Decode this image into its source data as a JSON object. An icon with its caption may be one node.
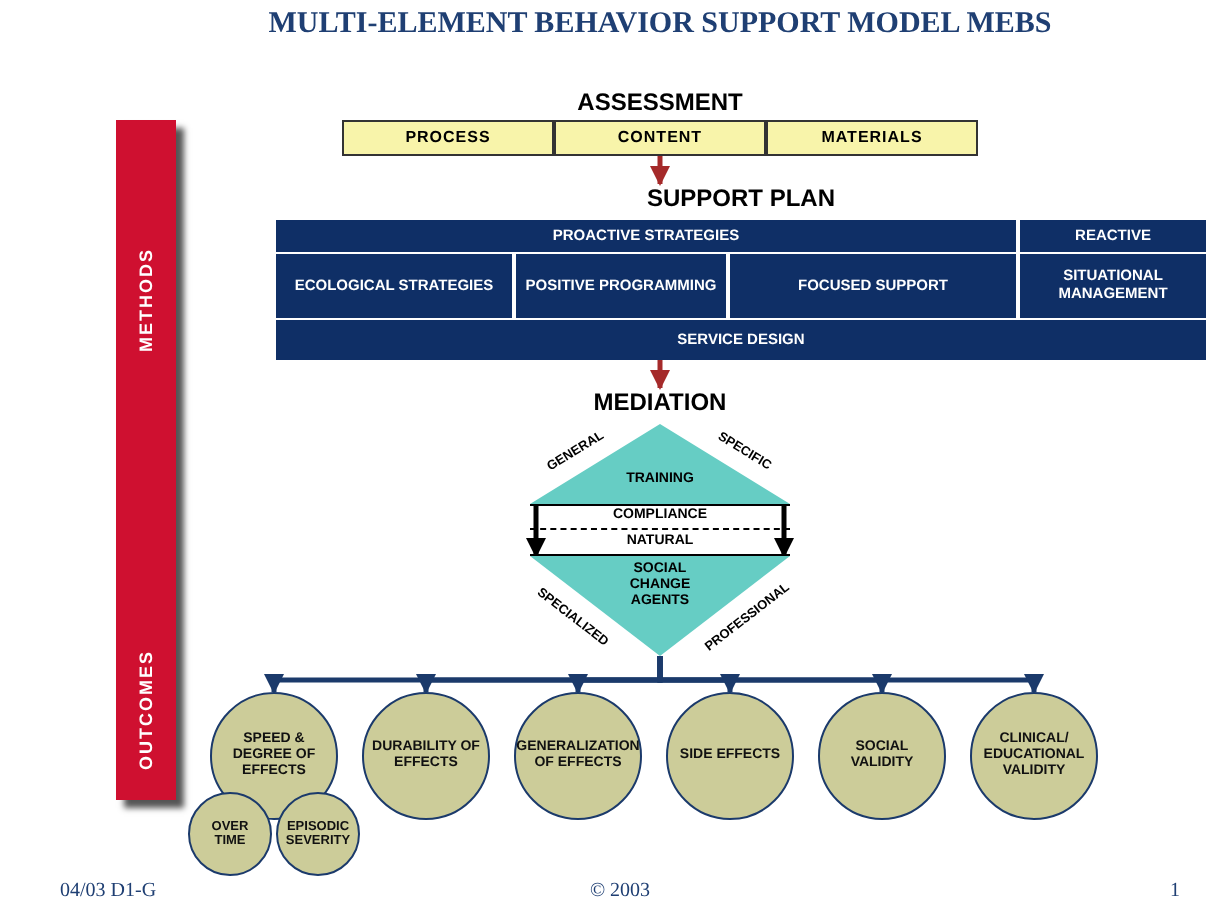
{
  "diagram": {
    "title": "MULTI-ELEMENT BEHAVIOR SUPPORT MODEL MEBS",
    "nodes": [
      {
        "text": [
          "ASSESSMENT"
        ]
      },
      {
        "text": [
          "PROCESS"
        ],
        "in": 0
      },
      {
        "text": [
          "CONTENT"
        ],
        "in": 0
      },
      {
        "text": [
          "MATERIALS"
        ],
        "in": 0
      },
      {
        "text": [
          "SUPPORT PLAN"
        ]
      },
      {
        "text": [
          "PROACTIVE STRATEGIES"
        ],
        "in": 4
      },
      {
        "text": [
          "REACTIVE"
        ],
        "in": 4
      },
      {
        "text": [
          "ECOLOGICAL STRATEGIES"
        ],
        "in": 4
      },
      {
        "text": [
          "POSITIVE PROGRAMMING"
        ],
        "in": 4
      },
      {
        "text": [
          "FOCUSED SUPPORT"
        ],
        "in": 4
      },
      {
        "text": [
          "SITUATIONAL MANAGEMENT"
        ],
        "in": 4
      },
      {
        "text": [
          "SERVICE DESIGN"
        ],
        "in": 4
      },
      {
        "text": [
          "MEDIATION"
        ],
        "beside": [
          "GENERAL",
          "SPECIFIC",
          "SPECIALIZED",
          "PROFESSIONAL"
        ]
      },
      {
        "text": [
          "TRAINING"
        ],
        "in": 12
      },
      {
        "text": [
          "COMPLIANCE"
        ],
        "in": 12
      },
      {
        "text": [
          "NATURAL"
        ],
        "in": 12
      },
      {
        "text": [
          "SOCIAL CHANGE AGENTS"
        ],
        "in": 12
      },
      {
        "text": [
          "SPEED & DEGREE OF EFFECTS"
        ]
      },
      {
        "text": [
          "DURABILITY OF EFFECTS"
        ]
      },
      {
        "text": [
          "GENERALIZATION OF EFFECTS"
        ]
      },
      {
        "text": [
          "SIDE EFFECTS"
        ]
      },
      {
        "text": [
          "SOCIAL VALIDITY"
        ]
      },
      {
        "text": [
          "CLINICAL/ EDUCATIONAL VALIDITY"
        ]
      },
      {
        "text": [
          "OVER TIME"
        ]
      },
      {
        "text": [
          "EPISODIC SEVERITY"
        ]
      },
      {
        "text": [
          "METHODS",
          "OUTCOMES"
        ]
      }
    ],
    "edges": [
      {
        "from": 0,
        "to": 4,
        "arrow": "to",
        "color": "#a52a2a"
      },
      {
        "from": 4,
        "to": 12,
        "arrow": "to",
        "color": "#a52a2a"
      },
      {
        "from": 13,
        "to": 16,
        "arrow": "to",
        "color": "#000000"
      },
      {
        "from": 13,
        "to": 16,
        "arrow": "to",
        "color": "#000000"
      },
      {
        "from": 12,
        "to": 17,
        "arrow": "to"
      },
      {
        "from": 12,
        "to": 18,
        "arrow": "to"
      },
      {
        "from": 12,
        "to": 19,
        "arrow": "to"
      },
      {
        "from": 12,
        "to": 20,
        "arrow": "to"
      },
      {
        "from": 12,
        "to": 21,
        "arrow": "to"
      },
      {
        "from": 12,
        "to": 22,
        "arrow": "to"
      }
    ],
    "labels": [
      "04/03 D1-G",
      "© 2003",
      "1"
    ]
  }
}
